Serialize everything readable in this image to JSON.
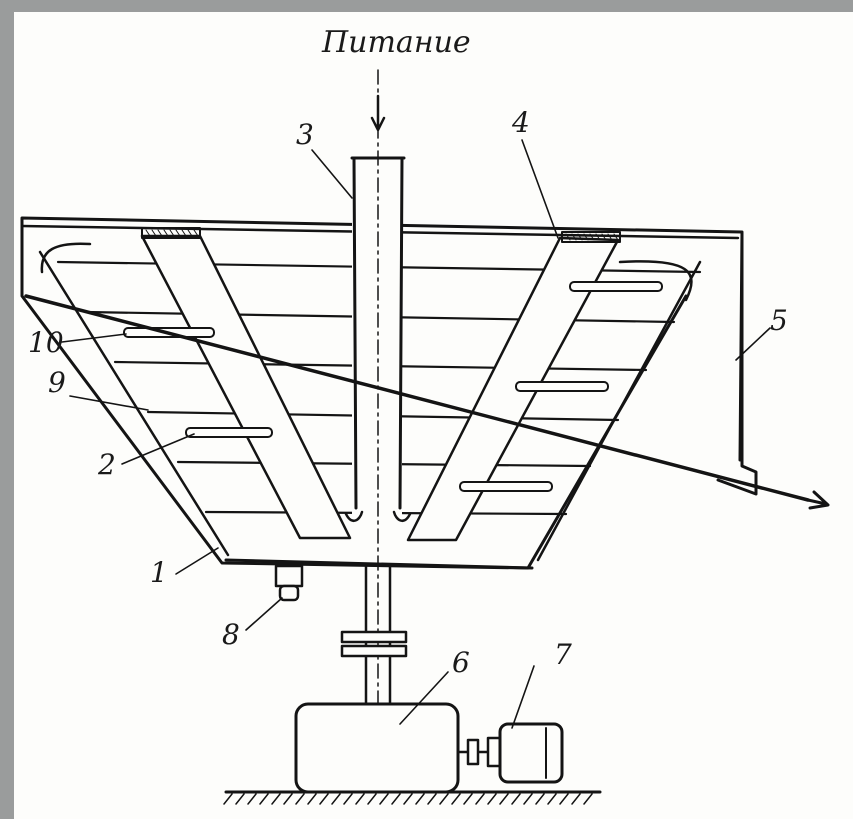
{
  "diagram": {
    "feed_label": "Питание",
    "callouts": {
      "part_1": "1",
      "part_2": "2",
      "part_3": "3",
      "part_4": "4",
      "part_5": "5",
      "part_6": "6",
      "part_7": "7",
      "part_8": "8",
      "part_9": "9",
      "part_10": "10"
    }
  },
  "colors": {
    "ink": "#141414",
    "paper": "#fdfdfb",
    "border": "#9a9c9c"
  }
}
